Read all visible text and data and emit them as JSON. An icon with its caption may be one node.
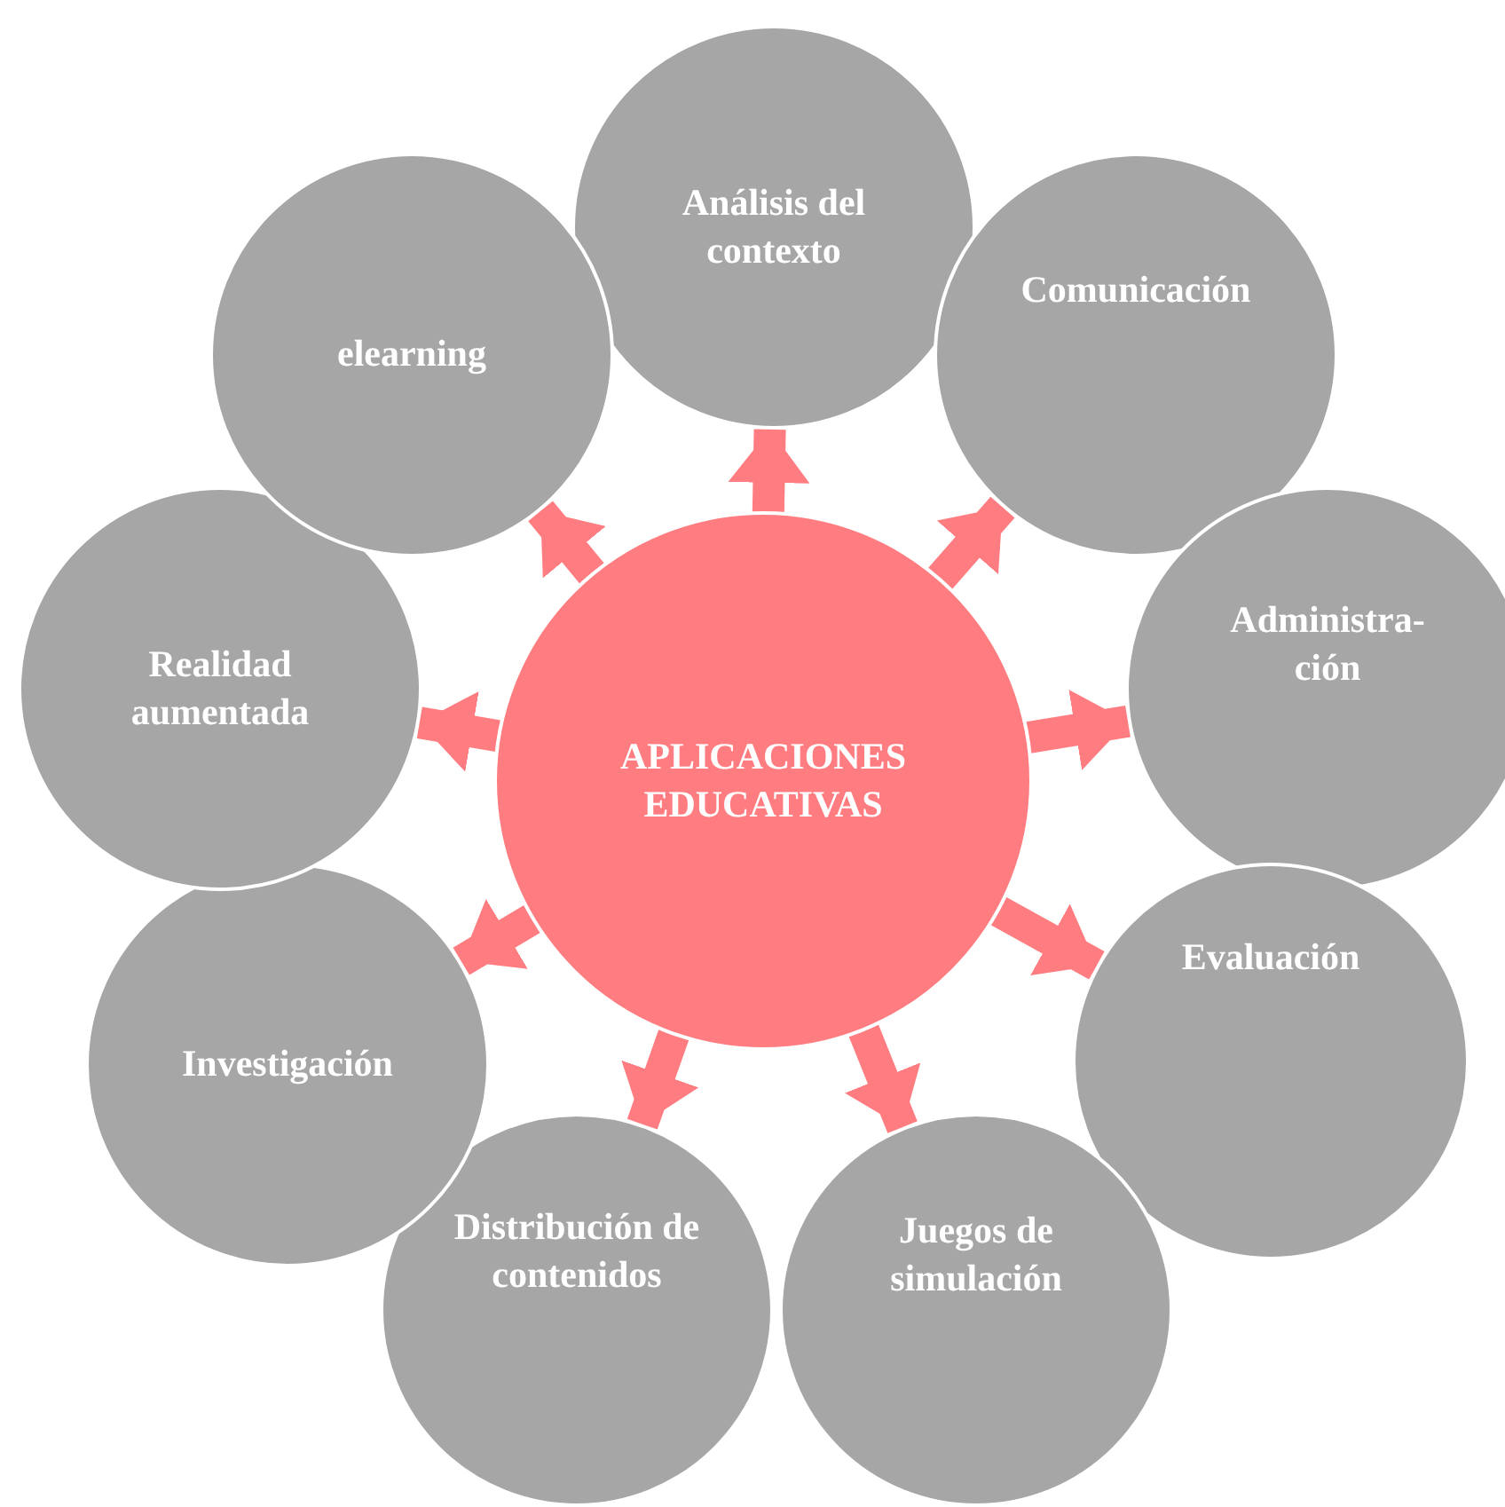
{
  "diagram": {
    "nodes": [
      {
        "text": [
          "APLICACIONES EDUCATIVAS"
        ]
      },
      {
        "text": [
          "Análisis del contexto"
        ]
      },
      {
        "text": [
          "Comunicación"
        ]
      },
      {
        "text": [
          "Administra- ción"
        ]
      },
      {
        "text": [
          "Evaluación"
        ]
      },
      {
        "text": [
          "Juegos de simulación"
        ]
      },
      {
        "text": [
          "Distribución de contenidos"
        ]
      },
      {
        "text": [
          "Investigación"
        ]
      },
      {
        "text": [
          "Realidad aumentada"
        ]
      },
      {
        "text": [
          "elearning"
        ]
      }
    ],
    "edges": [
      {
        "from": 0,
        "to": 1,
        "arrow": "to"
      },
      {
        "from": 0,
        "to": 2,
        "arrow": "to"
      },
      {
        "from": 0,
        "to": 3,
        "arrow": "to"
      },
      {
        "from": 0,
        "to": 4,
        "arrow": "to"
      },
      {
        "from": 0,
        "to": 5,
        "arrow": "to"
      },
      {
        "from": 0,
        "to": 6,
        "arrow": "to"
      },
      {
        "from": 0,
        "to": 7,
        "arrow": "to"
      },
      {
        "from": 0,
        "to": 8,
        "arrow": "to"
      },
      {
        "from": 0,
        "to": 9,
        "arrow": "to"
      }
    ]
  }
}
